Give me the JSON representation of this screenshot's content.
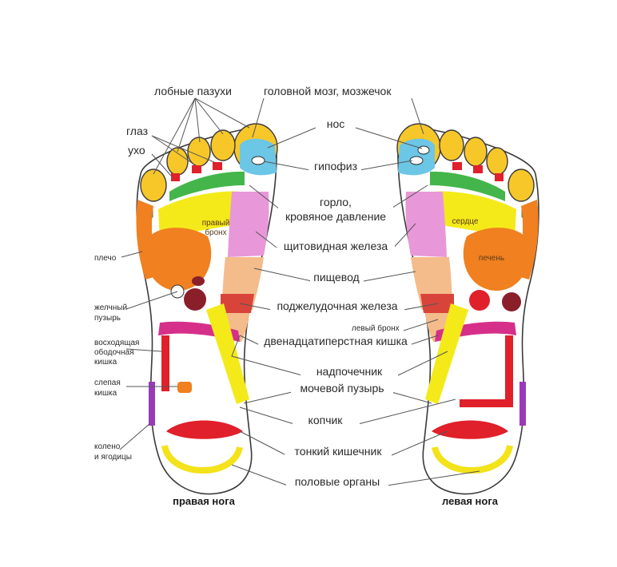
{
  "labels": {
    "frontal_sinuses": "лобные пазухи",
    "brain": "головной мозг, мозжечок",
    "eye": "глаз",
    "ear": "ухо",
    "nose": "нос",
    "pituitary": "гипофиз",
    "throat_1": "горло,",
    "throat_2": "кровяное давление",
    "thyroid": "щитовидная железа",
    "esophagus": "пищевод",
    "pancreas": "поджелудочная железа",
    "left_bronchus": "левый бронх",
    "duodenum": "двенадцатиперстная кишка",
    "adrenal": "надпочечник",
    "bladder": "мочевой пузырь",
    "coccyx": "копчик",
    "small_intestine": "тонкий кишечник",
    "genitals": "половые органы",
    "shoulder": "плечо",
    "gallbladder_1": "желчный",
    "gallbladder_2": "пузырь",
    "ascending_colon_1": "восходящая",
    "ascending_colon_2": "ободочная",
    "ascending_colon_3": "кишка",
    "cecum_1": "слепая",
    "cecum_2": "кишка",
    "knee_1": "колено",
    "knee_2": "и ягодицы",
    "right_bronchus_1": "правый",
    "right_bronchus_2": "бронх",
    "heart": "сердце",
    "liver": "печень",
    "right_foot": "правая нога",
    "left_foot": "левая нога"
  },
  "colors": {
    "toe_yellow": "#f7c72a",
    "sinus_blue": "#6cc6e6",
    "pink": "#e46fd0",
    "peach": "#f4bc8a",
    "orange": "#f08020",
    "red": "#e0202a",
    "green": "#44b54a",
    "magenta": "#d62f8a",
    "maroon": "#8a1f2a",
    "yellow": "#f4ea1a"
  }
}
